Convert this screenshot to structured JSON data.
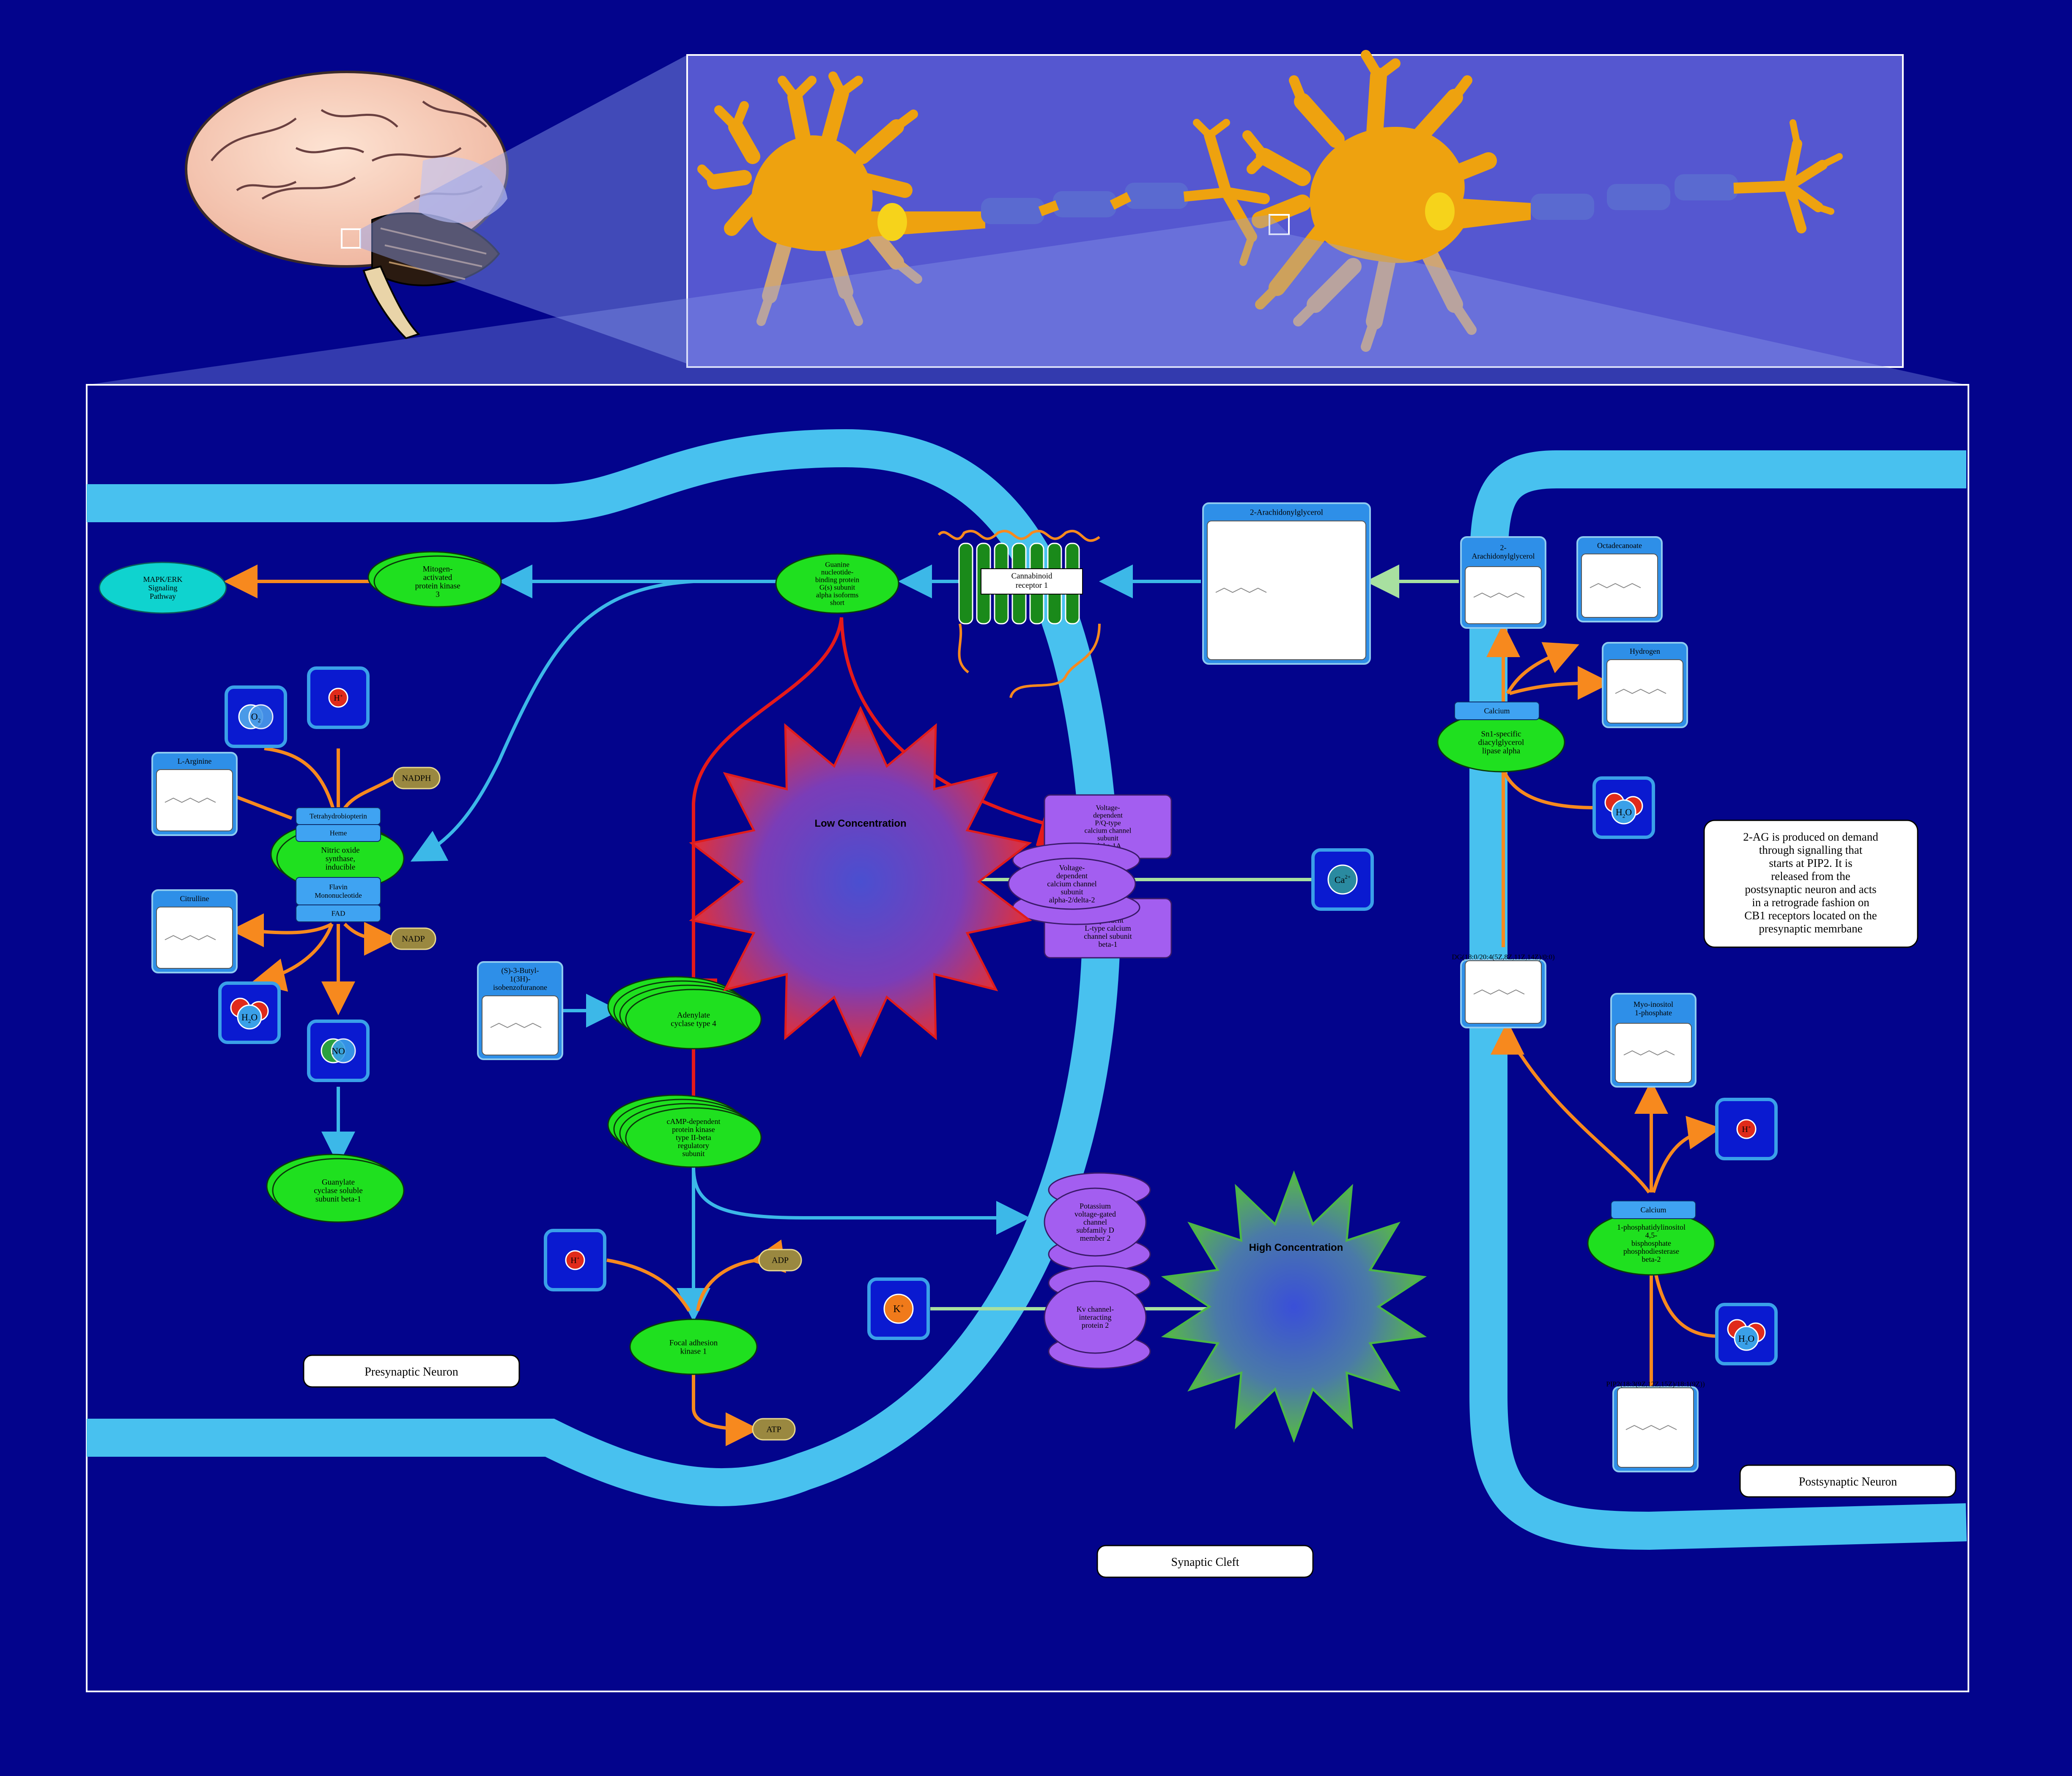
{
  "colors": {
    "background": "#03048c",
    "membrane": "#48c1ef",
    "protein": "#1fe01f",
    "channel": "#a35ef0",
    "orange_arrow": "#f7891e",
    "blue_arrow": "#3cb8e8",
    "green_arrow": "#a8e0a0",
    "inhibition": "#e51a1a",
    "neuron": "#eea20f"
  },
  "labels": {
    "presynaptic": "Presynaptic Neuron",
    "postsynaptic": "Postsynaptic Neuron",
    "synaptic_cleft": "Synaptic Cleft",
    "low_concentration": "Low Concentration",
    "high_concentration": "High Concentration"
  },
  "note": [
    "2-AG is produced on demand",
    "through signalling that",
    "starts at PIP2. It is",
    "released from the",
    "postsynaptic neuron and acts",
    "in a retrograde fashion on",
    "CB1 receptors located on the",
    "presynaptic memrbane"
  ],
  "proteins": {
    "mapk": [
      "Mitogen-",
      "activated",
      "protein kinase",
      "3"
    ],
    "mapk_erk": [
      "MAPK/ERK",
      "Signaling",
      "Pathway"
    ],
    "gnas": [
      "Guanine",
      "nucleotide-",
      "binding protein",
      "G(s) subunit",
      "alpha isoforms",
      "short"
    ],
    "cnr1": [
      "Cannabinoid",
      "receptor 1"
    ],
    "nos": [
      "Nitric oxide",
      "synthase,",
      "inducible"
    ],
    "adcy4": [
      "Adenylate",
      "cyclase type 4"
    ],
    "pka": [
      "cAMP-dependent",
      "protein kinase",
      "type II-beta",
      "regulatory",
      "subunit"
    ],
    "fak": [
      "Focal adhesion",
      "kinase 1"
    ],
    "gucy": [
      "Guanylate",
      "cyclase soluble",
      "subunit beta-1"
    ],
    "ca_channel_pq": [
      "Voltage-",
      "dependent",
      "P/Q-type",
      "calcium channel",
      "subunit",
      "alpha-1A"
    ],
    "ca_channel_a2d": [
      "Voltage-",
      "dependent",
      "calcium channel",
      "subunit",
      "alpha-2/delta-2"
    ],
    "ca_channel_l": [
      "Voltage-",
      "dependent",
      "L-type calcium",
      "channel subunit",
      "beta-1"
    ],
    "kcnd2": [
      "Potassium",
      "voltage-gated",
      "channel",
      "subfamily D",
      "member 2"
    ],
    "kcnip2": [
      "Kv channel-",
      "interacting",
      "protein 2"
    ],
    "dagla": [
      "Sn1-specific",
      "diacylglycerol",
      "lipase alpha"
    ],
    "plcb2": [
      "1-phosphatidylinositol",
      "4,5-",
      "bisphosphate",
      "phosphodiesterase",
      "beta-2"
    ]
  },
  "cofactors": {
    "tetrahydrobiopterin": "Tetrahydrobiopterin",
    "heme": "Heme",
    "fmn": [
      "Flavin",
      "Mononucleotide"
    ],
    "fad": "FAD",
    "calcium1": "Calcium",
    "calcium2": "Calcium"
  },
  "metabolites": {
    "arachidonylglycerol_big": "2-Arachidonylglycerol",
    "arachidonylglycerol_small": [
      "2-",
      "Arachidonylglycerol"
    ],
    "octadecanoate": "Octadecanoate",
    "hydrogen": "Hydrogen",
    "l_arginine": "L-Arginine",
    "citrulline": "Citrulline",
    "butyl": [
      "(S)-3-Butyl-",
      "1(3H)-",
      "isobenzofuranone"
    ],
    "dg": "DG(18:0/20:4(5Z,8Z,11Z,14Z)/0:0)",
    "inositol": [
      "Myo-inositol",
      "1-phosphate"
    ],
    "pip2": "PIP2(18:3(9Z,12Z,15Z)/18:1(9Z))",
    "nadph": "NADPH",
    "nadp": "NADP",
    "adp": "ADP",
    "atp": "ATP"
  },
  "ions": {
    "o2": "O",
    "o2_sub": "2",
    "h": "H",
    "h_plus": "+",
    "h2o": "H",
    "h2o_sub": "2",
    "h2o_o": "O",
    "no": "NO",
    "ca": "Ca",
    "ca_charge": "2+",
    "k": "K",
    "k_charge": "+"
  }
}
